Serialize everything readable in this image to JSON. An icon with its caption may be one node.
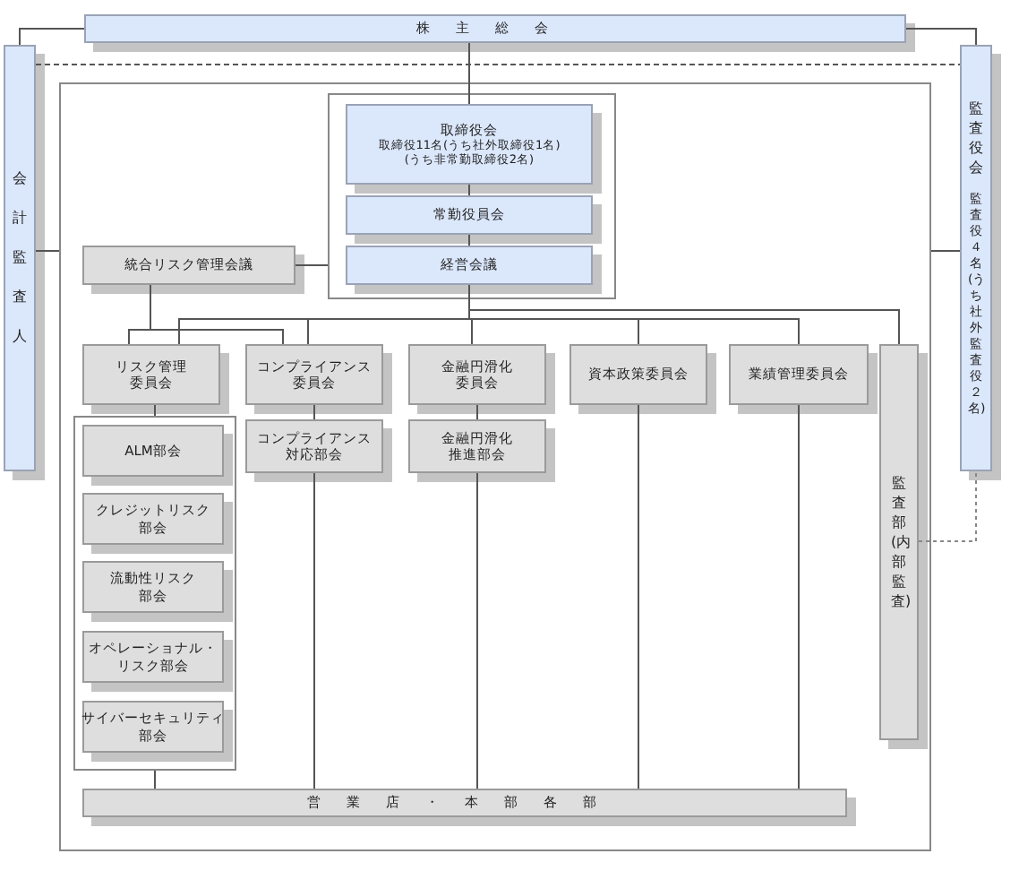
{
  "diagram": {
    "nodes": [
      {
        "text": [
          "株主総会"
        ]
      },
      {
        "text": [
          "会計監査人"
        ]
      },
      {
        "text": [
          "監査役会",
          "監査役４名(うち社外監査役２名)"
        ]
      },
      {
        "text": [],
        "shape": "box"
      },
      {
        "text": [],
        "shape": "box",
        "in": 3
      },
      {
        "text": [
          "取締役会",
          "取締役11名(うち社外取締役1名)(うち非常勤取締役2名)"
        ],
        "in": 4
      },
      {
        "text": [
          "常勤役員会"
        ],
        "in": 4
      },
      {
        "text": [
          "経営会議"
        ],
        "in": 4
      },
      {
        "text": [
          "統合リスク管理会議"
        ],
        "in": 3
      },
      {
        "text": [
          "リスク管理委員会"
        ],
        "in": 3
      },
      {
        "text": [
          "コンプライアンス委員会"
        ],
        "in": 3
      },
      {
        "text": [
          "金融円滑化委員会"
        ],
        "in": 3
      },
      {
        "text": [
          "資本政策委員会"
        ],
        "in": 3
      },
      {
        "text": [
          "業績管理委員会"
        ],
        "in": 3
      },
      {
        "text": [
          "監査部(内部監査)"
        ],
        "in": 3
      },
      {
        "text": [],
        "shape": "box",
        "in": 3
      },
      {
        "text": [
          "ALM部会"
        ],
        "in": 15
      },
      {
        "text": [
          "クレジットリスク部会"
        ],
        "in": 15
      },
      {
        "text": [
          "流動性リスク部会"
        ],
        "in": 15
      },
      {
        "text": [
          "オペレーショナル・リスク部会"
        ],
        "in": 15
      },
      {
        "text": [
          "サイバーセキュリティ部会"
        ],
        "in": 15
      },
      {
        "text": [
          "コンプライアンス対応部会"
        ],
        "in": 3
      },
      {
        "text": [
          "金融円滑化推進部会"
        ],
        "in": 3
      },
      {
        "text": [
          "営業店・本部各部"
        ],
        "in": 3
      }
    ],
    "edges": [
      {
        "from": 0,
        "to": 5,
        "arrow": "none"
      },
      {
        "from": 0,
        "to": 1,
        "arrow": "none"
      },
      {
        "from": 0,
        "to": 2,
        "arrow": "none"
      },
      {
        "from": 1,
        "to": 2,
        "arrow": "none",
        "style": "dashed"
      },
      {
        "from": 1,
        "to": 3,
        "arrow": "none"
      },
      {
        "from": 2,
        "to": 3,
        "arrow": "none"
      },
      {
        "from": 5,
        "to": 6,
        "arrow": "none"
      },
      {
        "from": 6,
        "to": 7,
        "arrow": "none"
      },
      {
        "from": 8,
        "to": 4,
        "arrow": "none"
      },
      {
        "from": 7,
        "to": 9,
        "arrow": "none"
      },
      {
        "from": 7,
        "to": 10,
        "arrow": "none"
      },
      {
        "from": 7,
        "to": 11,
        "arrow": "none"
      },
      {
        "from": 7,
        "to": 12,
        "arrow": "none"
      },
      {
        "from": 7,
        "to": 13,
        "arrow": "none"
      },
      {
        "from": 7,
        "to": 14,
        "arrow": "none"
      },
      {
        "from": 8,
        "to": 9,
        "arrow": "none"
      },
      {
        "from": 8,
        "to": 10,
        "arrow": "none"
      },
      {
        "from": 9,
        "to": 15,
        "arrow": "none"
      },
      {
        "from": 15,
        "to": 23,
        "arrow": "none"
      },
      {
        "from": 10,
        "to": 21,
        "arrow": "none"
      },
      {
        "from": 11,
        "to": 22,
        "arrow": "none"
      },
      {
        "from": 21,
        "to": 23,
        "arrow": "none"
      },
      {
        "from": 22,
        "to": 23,
        "arrow": "none"
      },
      {
        "from": 12,
        "to": 23,
        "arrow": "none"
      },
      {
        "from": 13,
        "to": 23,
        "arrow": "none"
      },
      {
        "from": 14,
        "to": 2,
        "arrow": "none",
        "style": "dashed",
        "color": "#888888"
      }
    ]
  }
}
